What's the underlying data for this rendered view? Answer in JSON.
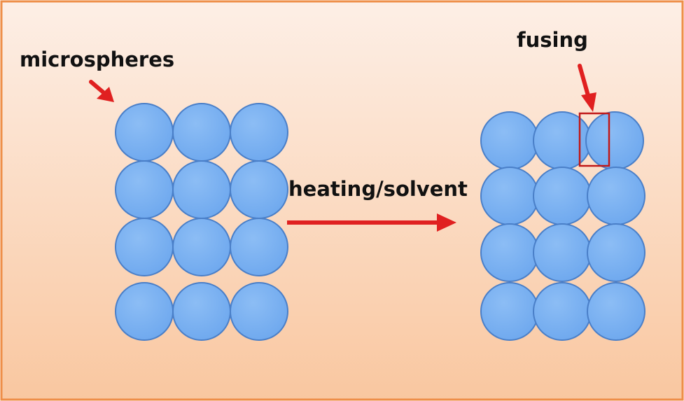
{
  "labels": {
    "microspheres": "microspheres",
    "process": "heating/solvent",
    "fusing": "fusing"
  },
  "colors": {
    "background_top": "#FDEFE6",
    "background_bottom": "#F9C7A0",
    "border": "#EE8E48",
    "sphere_fill": "#6EA8EE",
    "sphere_stroke": "#4A7FC8",
    "arrow": "#E02020",
    "highlight_box": "#C01818"
  },
  "diagram": {
    "left_grid": {
      "rows": 4,
      "cols": 3,
      "state": "separate"
    },
    "right_grid": {
      "rows": 4,
      "cols": 3,
      "state": "fused"
    }
  }
}
